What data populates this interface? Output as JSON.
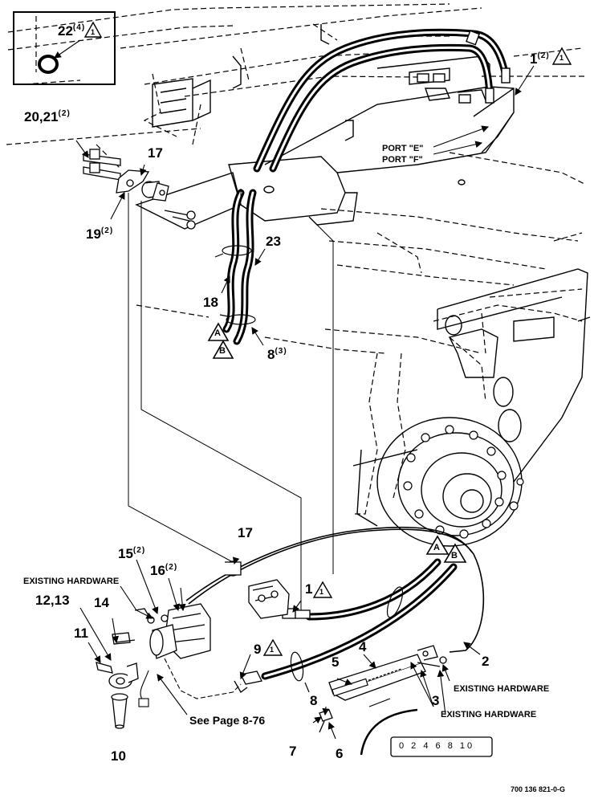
{
  "callouts": {
    "c22": {
      "num": "22",
      "qty": "(4)",
      "note": "1"
    },
    "c20_21": {
      "num": "20,21",
      "qty": "(2)"
    },
    "c17_top": {
      "num": "17"
    },
    "c19": {
      "num": "19",
      "qty": "(2)"
    },
    "c1_top": {
      "num": "1",
      "qty": "(2)",
      "note": "1"
    },
    "port_e": "PORT \"E\"",
    "port_f": "PORT \"F\"",
    "c23": {
      "num": "23"
    },
    "c18": {
      "num": "18"
    },
    "hose_a_top": "A",
    "hose_b_top": "B",
    "c8_top": {
      "num": "8",
      "qty": "(3)"
    },
    "c17_bottom": {
      "num": "17"
    },
    "c15": {
      "num": "15",
      "qty": "(2)"
    },
    "c16": {
      "num": "16",
      "qty": "(2)"
    },
    "existing_hw_1": "EXISTING HARDWARE",
    "c12_13": {
      "num": "12,13"
    },
    "c14": {
      "num": "14"
    },
    "c11": {
      "num": "11"
    },
    "c1_bottom": {
      "num": "1",
      "note": "1"
    },
    "hose_a_bottom": "A",
    "hose_b_bottom": "B",
    "c9": {
      "num": "9",
      "note": "1"
    },
    "c4": {
      "num": "4"
    },
    "c5": {
      "num": "5"
    },
    "c2": {
      "num": "2"
    },
    "existing_hw_2": "EXISTING HARDWARE",
    "c3": {
      "num": "3"
    },
    "existing_hw_3": "EXISTING HARDWARE",
    "c8_bottom": {
      "num": "8"
    },
    "c7": {
      "num": "7"
    },
    "c6": {
      "num": "6"
    },
    "c10": {
      "num": "10"
    },
    "see_page": "See Page 8-76",
    "decal_scale": "0 2 4 6 8 10",
    "drawing_number": "700 136 821-0-G"
  }
}
